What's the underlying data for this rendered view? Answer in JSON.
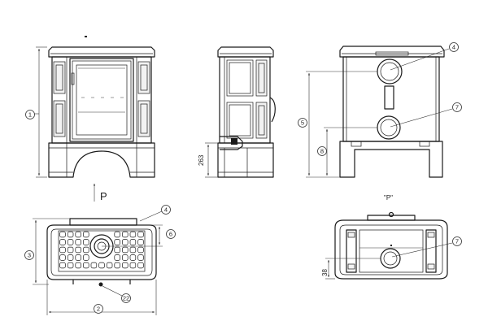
{
  "callouts": {
    "height": "1",
    "depth_top": "2",
    "depth_side": "3",
    "flue_top": "4",
    "flue_height": "5",
    "top_outlet": "6",
    "rear_outlet": "7",
    "rear_outlet_height": "8",
    "foot_offset": "22"
  },
  "dimensions": {
    "side_flue_height": "263",
    "bottom_offset": "38"
  },
  "labels": {
    "view_arrow": "P",
    "view_p": "\"P\""
  },
  "colors": {
    "line": "#1a1a1a",
    "paper": "#ffffff"
  }
}
